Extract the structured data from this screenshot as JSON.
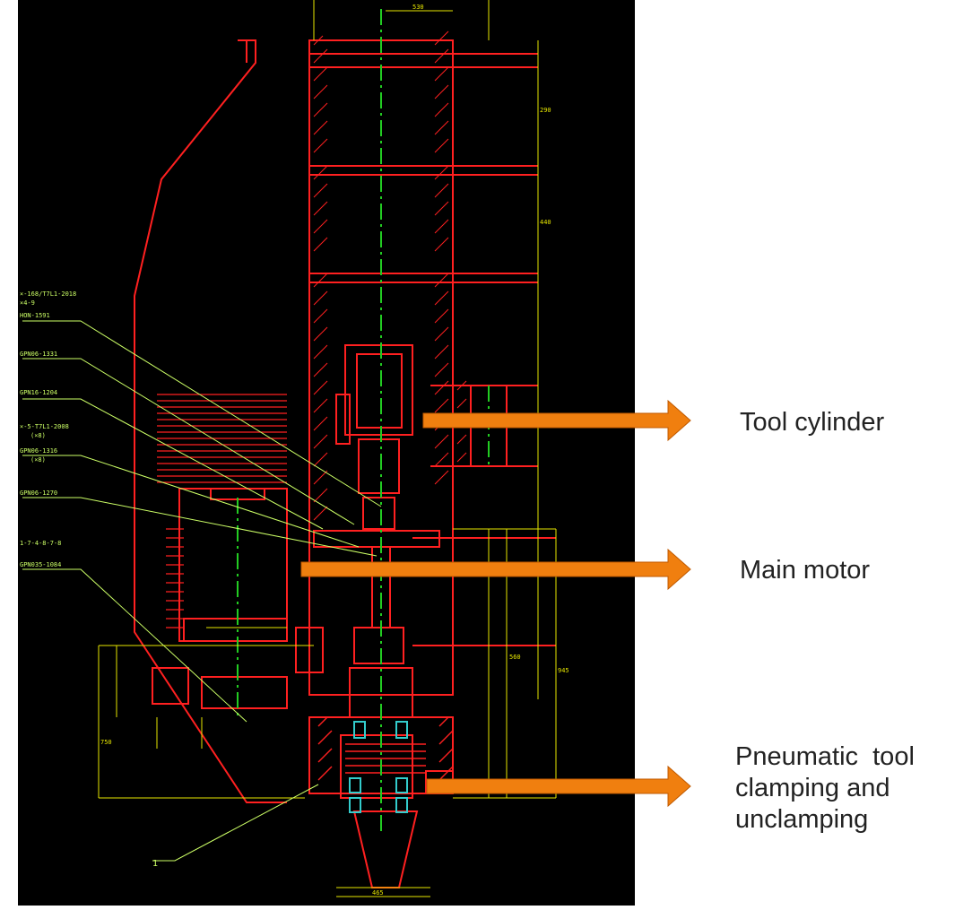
{
  "callouts": {
    "tool_cylinder": "Tool cylinder",
    "main_motor": "Main motor",
    "pneumatic_line1": "Pneumatic  tool",
    "pneumatic_line2": "clamping and",
    "pneumatic_line3": "unclamping"
  },
  "drawing": {
    "part_labels": [
      "×-168/T7L1-2018",
      "×4-9",
      "HON-1591",
      "GPN06-1331",
      "GPN16-1204",
      "×-5-T7L1-2008",
      "(×8)",
      "GPN06-1316",
      "(×8)",
      "GPN06-1270",
      "1-7-4-8-7-8",
      "GPN035-1084"
    ],
    "item_number": "1",
    "dims": [
      "530",
      "290",
      "440",
      "945",
      "750",
      "465",
      "560"
    ]
  },
  "colors": {
    "background": "#000000",
    "outline": "#ff2020",
    "dimension": "#ffff00",
    "leader": "#ccff66",
    "centerline": "#22cc22",
    "bearing": "#33cccc",
    "arrow": "#f07f0f"
  }
}
